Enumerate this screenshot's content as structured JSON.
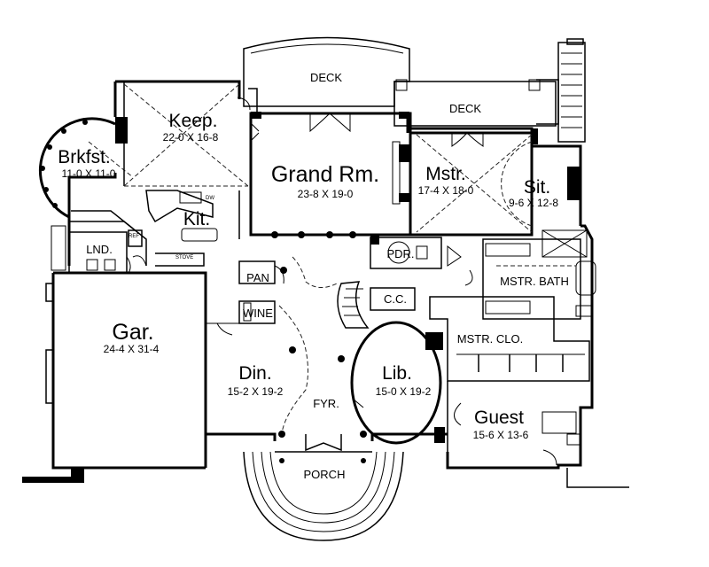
{
  "rooms": {
    "grand": {
      "name": "Grand Rm.",
      "dims": "23-8 X 19-0"
    },
    "keep": {
      "name": "Keep.",
      "dims": "22-0 X 16-8"
    },
    "brkfst": {
      "name": "Brkfst.",
      "dims": "11-0 X 11-0"
    },
    "kit": {
      "name": "Kit."
    },
    "mstr": {
      "name": "Mstr.",
      "dims": "17-4 X 18-0"
    },
    "sit": {
      "name": "Sit.",
      "dims": "9-6 X 12-8"
    },
    "gar": {
      "name": "Gar.",
      "dims": "24-4 X 31-4"
    },
    "din": {
      "name": "Din.",
      "dims": "15-2 X 19-2"
    },
    "lib": {
      "name": "Lib.",
      "dims": "15-0 X 19-2"
    },
    "guest": {
      "name": "Guest",
      "dims": "15-6 X 13-6"
    }
  },
  "small_labels": {
    "deck_top": "DECK",
    "deck_right": "DECK",
    "lnd": "LND.",
    "pdr": "PDR.",
    "cc": "C.C.",
    "mstr_bath": "MSTR. BATH",
    "mstr_clo": "MSTR. CLO.",
    "pan": "PAN",
    "wine": "WINE",
    "fyr": "FYR.",
    "porch": "PORCH",
    "dw": "DW",
    "ref": "REF",
    "stove": "STOVE"
  }
}
